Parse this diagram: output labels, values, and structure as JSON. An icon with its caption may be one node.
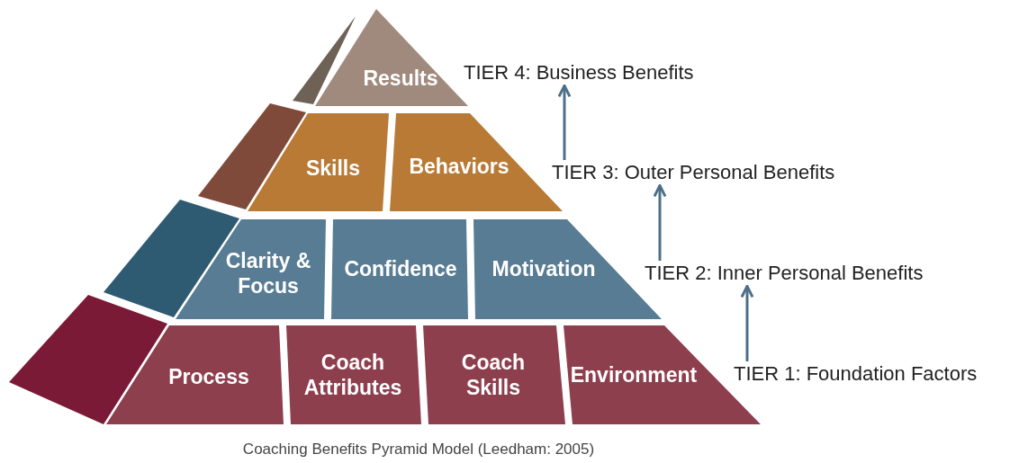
{
  "diagram": {
    "caption": "Coaching Benefits Pyramid Model (Leedham: 2005)",
    "nodes": [
      {
        "text": [
          "Results"
        ]
      },
      {
        "text": [
          "TIER 4: Business Benefits"
        ]
      },
      {
        "text": [
          "Skills"
        ]
      },
      {
        "text": [
          "Behaviors"
        ]
      },
      {
        "text": [
          "TIER 3: Outer Personal Benefits"
        ]
      },
      {
        "text": [
          "Clarity & Focus"
        ]
      },
      {
        "text": [
          "Confidence"
        ]
      },
      {
        "text": [
          "Motivation"
        ]
      },
      {
        "text": [
          "TIER 2: Inner Personal Benefits"
        ]
      },
      {
        "text": [
          "Process"
        ]
      },
      {
        "text": [
          "Coach Attributes"
        ]
      },
      {
        "text": [
          "Coach Skills"
        ]
      },
      {
        "text": [
          "Environment"
        ]
      },
      {
        "text": [
          "TIER 1: Foundation Factors"
        ]
      }
    ],
    "edges": [
      {
        "from": 13,
        "to": 8,
        "arrow": "to"
      },
      {
        "from": 8,
        "to": 4,
        "arrow": "to"
      },
      {
        "from": 4,
        "to": 1,
        "arrow": "to"
      }
    ]
  }
}
